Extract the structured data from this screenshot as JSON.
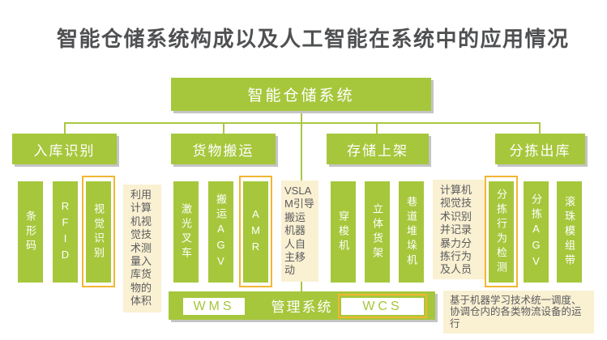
{
  "title": "智能仓储系统构成以及人工智能在系统中的应用情况",
  "root_label": "智能仓储系统",
  "branches": [
    {
      "label": "入库识别",
      "bars": [
        {
          "label": "条形码",
          "highlighted": false
        },
        {
          "label": "RFID",
          "highlighted": false
        },
        {
          "label": "视觉识别",
          "highlighted": true
        }
      ],
      "note": "利用计算机视觉技术测量入库货物的体积"
    },
    {
      "label": "货物搬运",
      "bars": [
        {
          "label": "激光叉车",
          "highlighted": false
        },
        {
          "label": "搬运AGV",
          "highlighted": false
        },
        {
          "label": "AMR",
          "highlighted": true
        }
      ],
      "note": "VSLAM引导搬运机器人自主移动"
    },
    {
      "label": "存储上架",
      "bars": [
        {
          "label": "穿梭机",
          "highlighted": false
        },
        {
          "label": "立体货架",
          "highlighted": false
        },
        {
          "label": "巷道堆垛机",
          "highlighted": false
        }
      ],
      "note": "计算机视觉技术识别并记录暴力分拣行为及人员"
    },
    {
      "label": "分拣出库",
      "bars": [
        {
          "label": "分拣行为检测",
          "highlighted": true
        },
        {
          "label": "分拣AGV",
          "highlighted": false
        },
        {
          "label": "滚珠模组带",
          "highlighted": false
        }
      ],
      "note": "基于机器学习技术统一调度、协调仓内的各类物流设备的运行"
    }
  ],
  "management": {
    "wms": "WMS",
    "label": "管理系统",
    "wcs": "WCS"
  },
  "colors": {
    "box_green": "#a6c73c",
    "highlight_yellow": "#f2b632",
    "note_beige": "#faf0d2",
    "note_text_gray": "#5a5b5e",
    "title_gray": "#4f5052",
    "shadow_gray": "#c4c4c4",
    "white": "#ffffff"
  }
}
